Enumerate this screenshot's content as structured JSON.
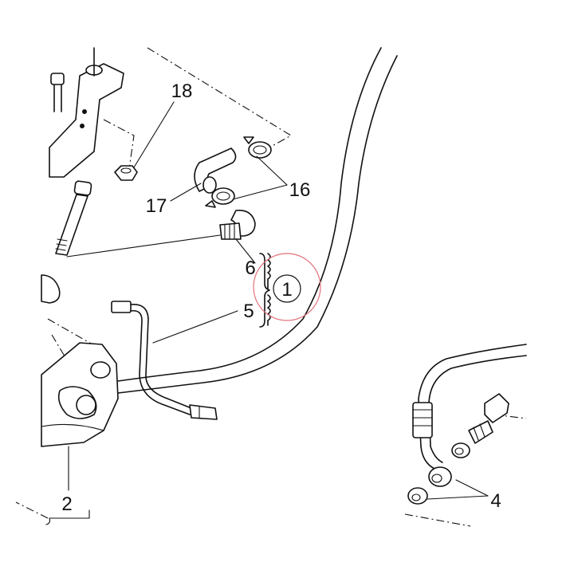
{
  "callouts": {
    "c1": "1",
    "c2": "2",
    "c4": "4",
    "c5": "5",
    "c6": "6",
    "c16": "16",
    "c17": "17",
    "c18": "18"
  },
  "colors": {
    "line": "#111111",
    "highlight_ring": "#e0707a",
    "background": "#ffffff"
  }
}
